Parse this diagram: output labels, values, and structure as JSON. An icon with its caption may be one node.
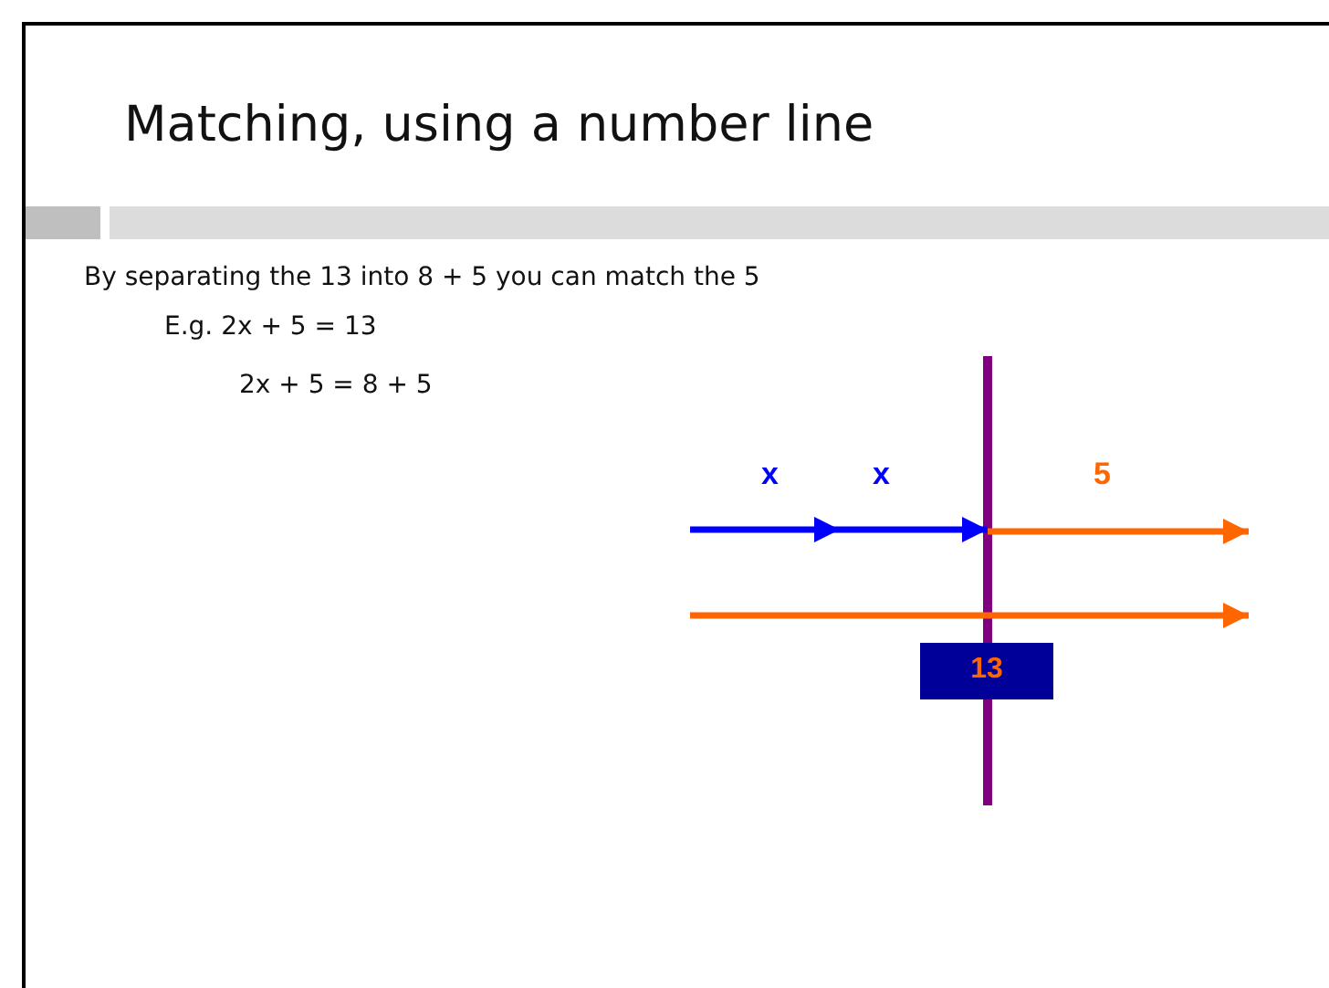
{
  "diagram": {
    "title": "Matching, using a number line",
    "nodes": [
      {
        "text": [
          "13"
        ]
      }
    ],
    "edges": [],
    "labels": [
      "By separating the 13 into 8 + 5 you can match the 5",
      "E.g. 2x + 5 = 13",
      "2x + 5 = 8 + 5",
      "x",
      "x",
      "5"
    ]
  }
}
